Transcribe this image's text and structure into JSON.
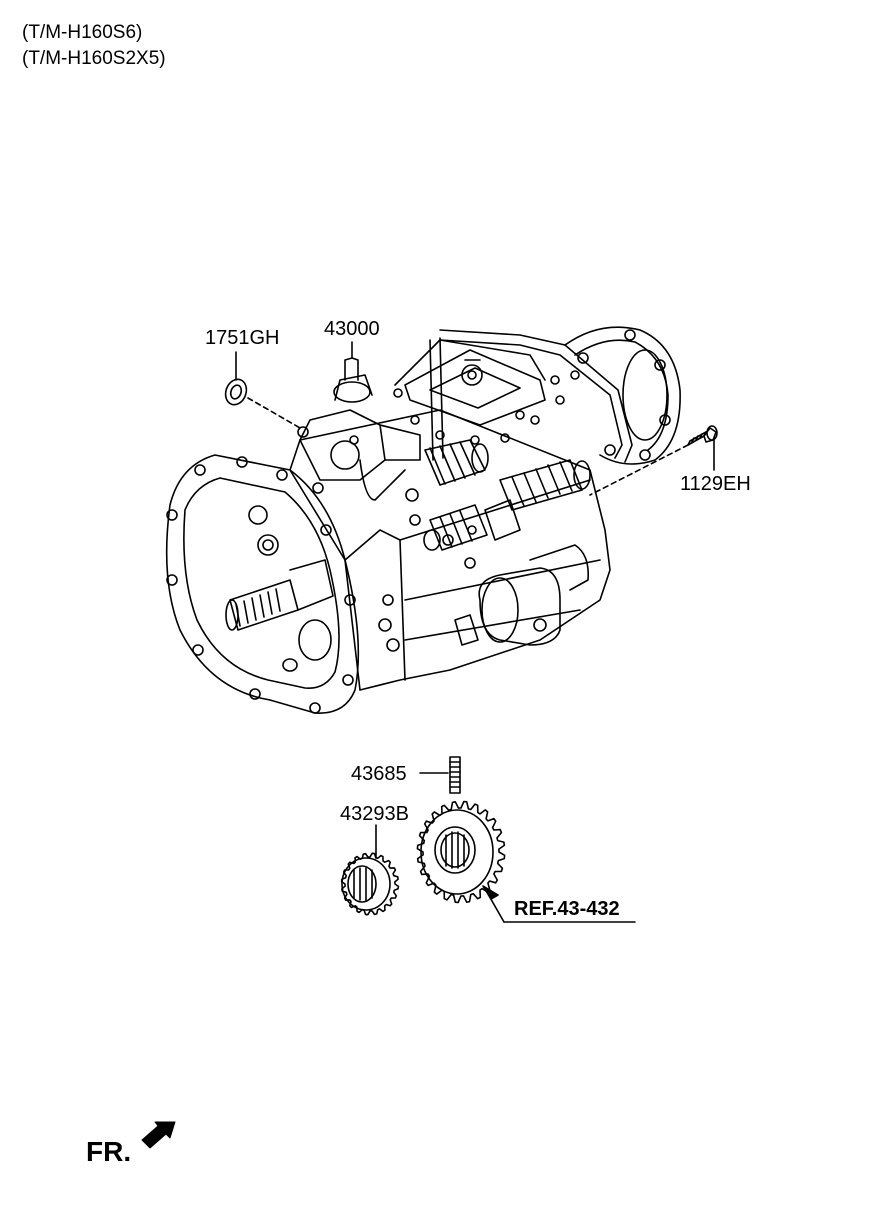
{
  "header": {
    "line1": "(T/M-H160S6)",
    "line2": "(T/M-H160S2X5)"
  },
  "callouts": {
    "gasket": "1751GH",
    "transmission": "43000",
    "bolt": "1129EH",
    "pin": "43685",
    "gear_small": "43293B",
    "reference": "REF.43-432"
  },
  "orientation": {
    "label": "FR.",
    "icon": "front-direction-arrow-icon"
  }
}
